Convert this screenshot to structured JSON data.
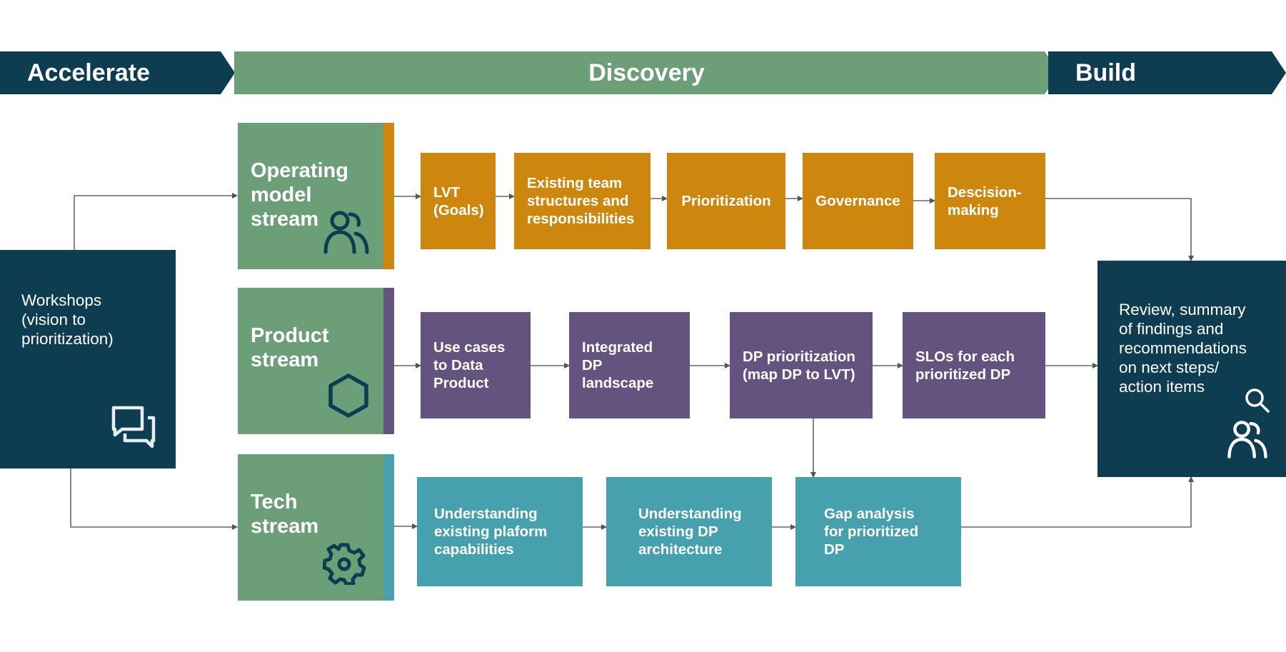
{
  "phases": {
    "accelerate": "Accelerate",
    "discovery": "Discovery",
    "build": "Build"
  },
  "workshops": {
    "text": "Workshops\n(vision to\nprioritization)",
    "icon": "chat-bubbles-icon"
  },
  "streams": {
    "operating": {
      "label": "Operating\nmodel\nstream",
      "icon": "users-icon",
      "accent": "#cd870e"
    },
    "product": {
      "label": "Product\nstream",
      "icon": "hexagon-icon",
      "accent": "#64527f"
    },
    "tech": {
      "label": "Tech\nstream",
      "icon": "gear-icon",
      "accent": "#46a0ad"
    }
  },
  "operating_steps": [
    "LVT\n(Goals)",
    "Existing team\nstructures and\nresponsibilities",
    "Prioritization",
    "Governance",
    "Descision-\nmaking"
  ],
  "product_steps": [
    "Use cases\nto Data\nProduct",
    "Integrated\nDP landscape",
    "DP prioritization\n(map DP to LVT)",
    "SLOs for each\nprioritized DP"
  ],
  "tech_steps": [
    "Understanding\nexisting plaform\ncapabilities",
    "Understanding\nexisting DP\narchitecture",
    "Gap analysis\nfor prioritized\nDP"
  ],
  "review": {
    "text": "Review, summary\nof findings and\nrecommendations\non next steps/\naction items",
    "icons": [
      "search-icon",
      "users-icon"
    ]
  },
  "colors": {
    "dark": "#0e3d52",
    "green": "#6c9e78",
    "orange": "#cd870e",
    "purple": "#64527f",
    "teal": "#46a0ad"
  }
}
